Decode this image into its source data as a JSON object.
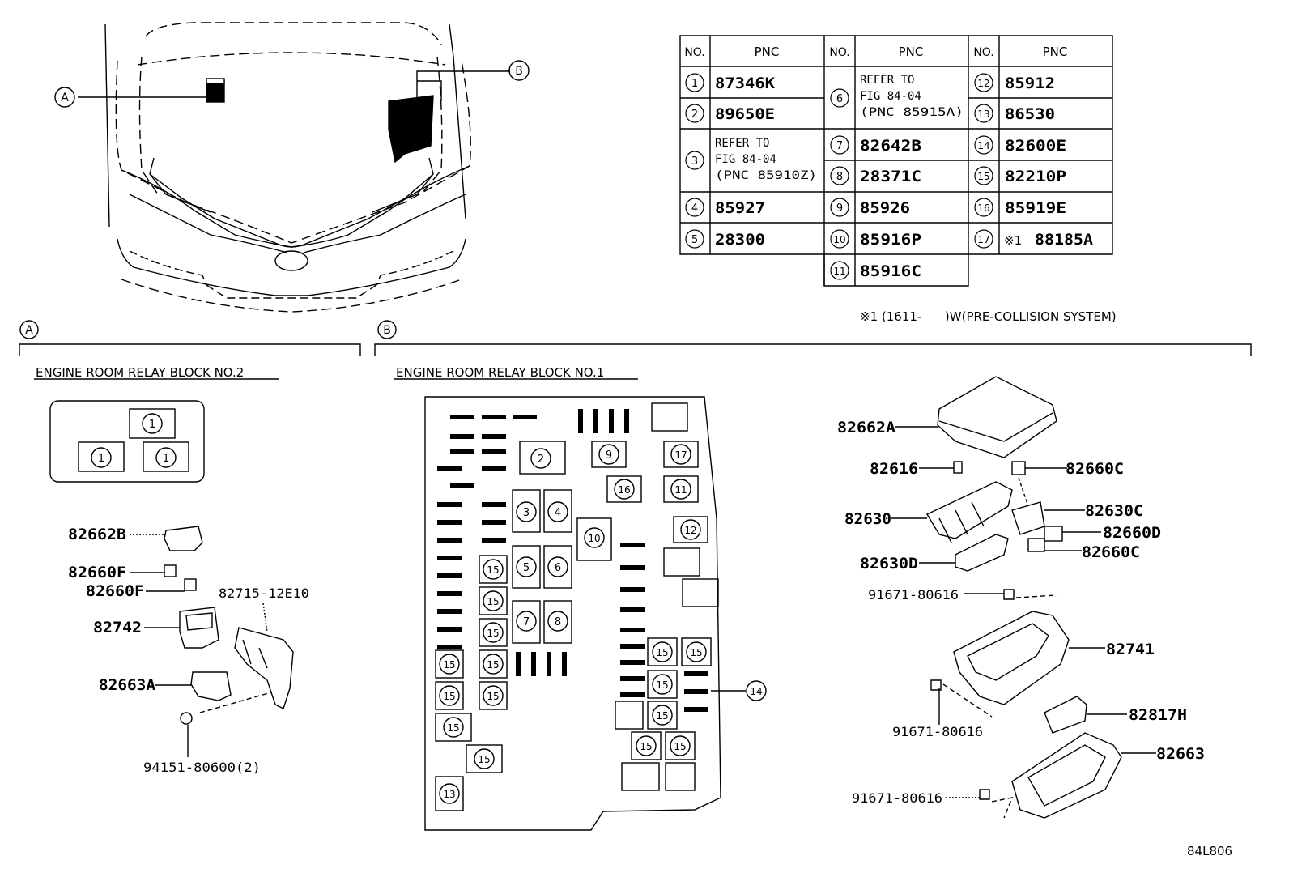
{
  "callouts": {
    "a": "A",
    "b": "B"
  },
  "table": {
    "col_no": "NO.",
    "col_pnc": "PNC",
    "rows": [
      {
        "no": "1",
        "pnc": "87346K"
      },
      {
        "no": "2",
        "pnc": "89650E"
      },
      {
        "no": "3",
        "pnc_lines": [
          "REFER TO",
          "FIG 84-04",
          "(PNC 85910Z)"
        ]
      },
      {
        "no": "4",
        "pnc": "85927"
      },
      {
        "no": "5",
        "pnc": "28300"
      },
      {
        "no": "6",
        "pnc_lines": [
          "REFER TO",
          "FIG 84-04",
          "(PNC 85915A)"
        ]
      },
      {
        "no": "7",
        "pnc": "82642B"
      },
      {
        "no": "8",
        "pnc": "28371C"
      },
      {
        "no": "9",
        "pnc": "85926"
      },
      {
        "no": "10",
        "pnc": "85916P"
      },
      {
        "no": "11",
        "pnc": "85916C"
      },
      {
        "no": "12",
        "pnc": "85912"
      },
      {
        "no": "13",
        "pnc": "86530"
      },
      {
        "no": "14",
        "pnc": "82600E"
      },
      {
        "no": "15",
        "pnc": "82210P"
      },
      {
        "no": "16",
        "pnc": "85919E"
      },
      {
        "no": "17",
        "mark": "※1",
        "pnc": "88185A"
      }
    ]
  },
  "footnote": "※1 (1611-      )W(PRE-COLLISION SYSTEM)",
  "section_a": {
    "title": "ENGINE ROOM RELAY BLOCK NO.2",
    "parts": [
      "82662B",
      "82660F",
      "82660F",
      "82742",
      "82663A",
      "82715-12E10",
      "94151-80600(2)"
    ]
  },
  "section_b": {
    "title": "ENGINE ROOM RELAY BLOCK NO.1",
    "parts": [
      "82662A",
      "82616",
      "82660C",
      "82630",
      "82630C",
      "82660D",
      "82630D",
      "82660C",
      "91671-80616",
      "82741",
      "91671-80616",
      "82817H",
      "91671-80616",
      "82663"
    ]
  },
  "figure_code": "84L806"
}
